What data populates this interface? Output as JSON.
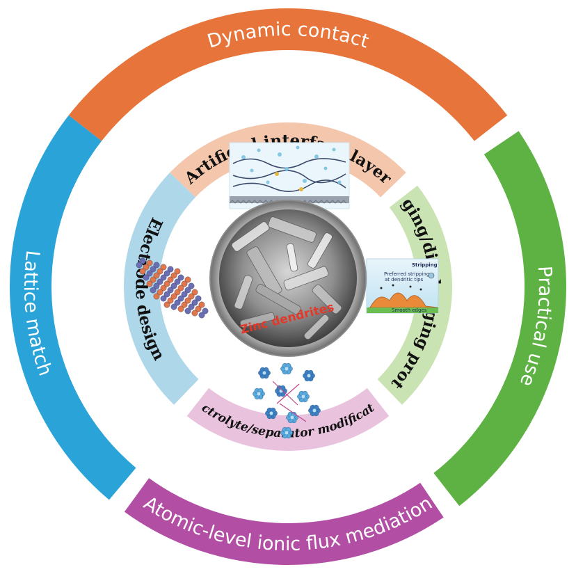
{
  "diagram": {
    "outer_ring": {
      "top": {
        "label": "Dynamic contact",
        "color": "#e7743a"
      },
      "left": {
        "label": "Lattice match",
        "color": "#2aa3d8"
      },
      "right": {
        "label": "Practical use",
        "color": "#5eb244"
      },
      "bottom": {
        "label": "Atomic-level ionic flux mediation",
        "color": "#b24fa4"
      }
    },
    "inner_ring": {
      "top": {
        "label": "Artificial interface layer",
        "color": "#f4c7ad"
      },
      "left": {
        "label": "Electrode design",
        "color": "#aed7ea"
      },
      "right": {
        "label": "Charging/discharging protocols",
        "color": "#c9e3b3"
      },
      "bottom": {
        "label": "Electrolyte/separator modification",
        "color": "#e9c3de"
      }
    },
    "center": {
      "label": "Zinc dendrites"
    },
    "stripping_panel": {
      "title": "Stripping",
      "line1": "Preferred stripping",
      "line2": "at dendritic tips",
      "line3": "Smooth edges"
    }
  }
}
